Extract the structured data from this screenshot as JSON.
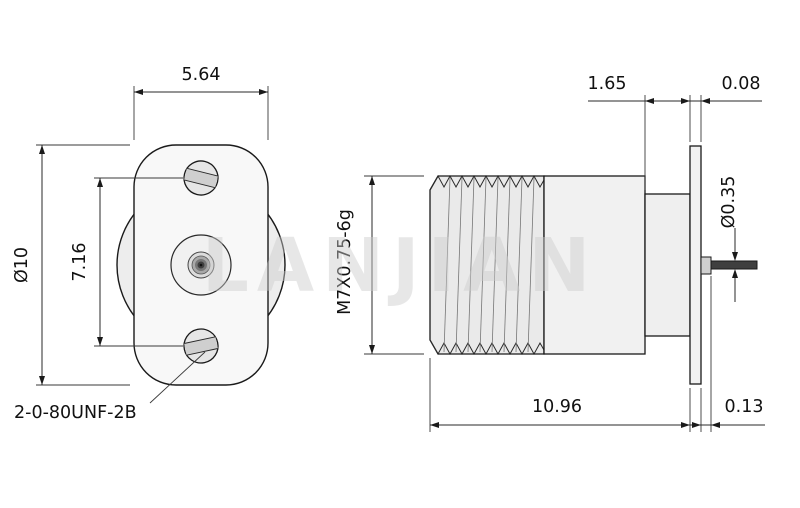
{
  "drawing": {
    "watermark": "LANJIAN",
    "front_view": {
      "dim_flange_width": "5.64",
      "dim_flange_diameter": "Ø10",
      "dim_hole_spacing": "7.16",
      "mounting_hole_thread": "2-0-80UNF-2B"
    },
    "side_view": {
      "thread_spec": "M7X0.75-6g",
      "dim_neck_length": "1.65",
      "dim_flange_thickness": "0.08",
      "dim_pin_diameter": "Ø0.35",
      "dim_body_length": "10.96",
      "dim_pin_step": "0.13"
    }
  },
  "colors": {
    "line": "#1a1a1a",
    "fill_light": "#f2f2f2",
    "fill_mid": "#e4e4e4",
    "fill_dark": "#444444",
    "watermark": "#cccccc"
  }
}
